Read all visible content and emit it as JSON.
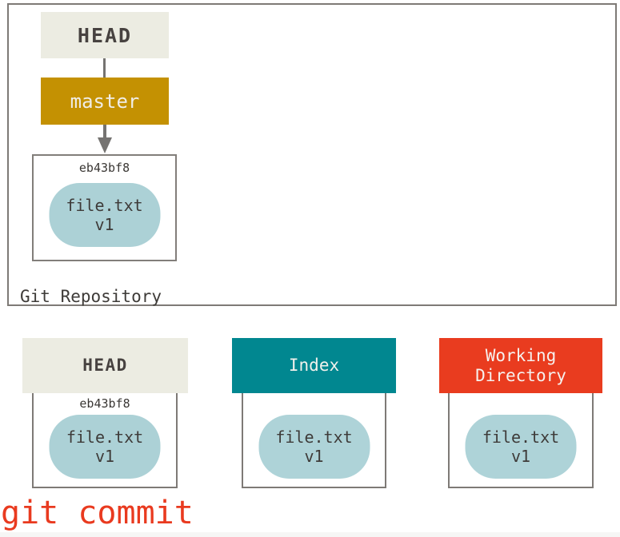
{
  "diagram": {
    "repository": {
      "label": "Git Repository",
      "head": {
        "label": "HEAD"
      },
      "branch": {
        "label": "master"
      },
      "commit": {
        "hash": "eb43bf8",
        "blob": {
          "name": "file.txt",
          "version": "v1"
        }
      }
    },
    "areas": {
      "head": {
        "title": "HEAD",
        "hash": "eb43bf8",
        "blob": {
          "name": "file.txt",
          "version": "v1"
        }
      },
      "index": {
        "title": "Index",
        "blob": {
          "name": "file.txt",
          "version": "v1"
        }
      },
      "working": {
        "title": "Working Directory",
        "blob": {
          "name": "file.txt",
          "version": "v1"
        }
      }
    },
    "command": "git commit"
  },
  "colors": {
    "head_header_bg": "#ecece2",
    "branch_bg": "#c49102",
    "index_header_bg": "#018790",
    "working_header_bg": "#e93c1f",
    "blob_bg": "#acd1d6",
    "command_text": "#e93a1f",
    "box_border": "#7e7a76",
    "text_dark": "#433f3c"
  }
}
